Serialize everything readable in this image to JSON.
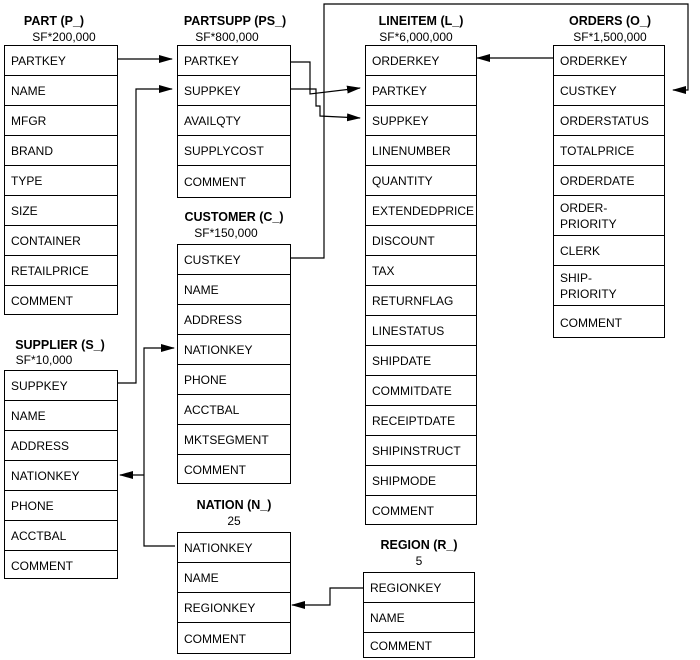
{
  "tables": [
    {
      "id": "part",
      "title": "PART (P_)",
      "cardinality": "SF*200,000",
      "columns": [
        "PARTKEY",
        "NAME",
        "MFGR",
        "BRAND",
        "TYPE",
        "SIZE",
        "CONTAINER",
        "RETAILPRICE",
        "COMMENT"
      ]
    },
    {
      "id": "partsupp",
      "title": "PARTSUPP (PS_)",
      "cardinality": "SF*800,000",
      "columns": [
        "PARTKEY",
        "SUPPKEY",
        "AVAILQTY",
        "SUPPLYCOST",
        "COMMENT"
      ]
    },
    {
      "id": "lineitem",
      "title": "LINEITEM (L_)",
      "cardinality": "SF*6,000,000",
      "columns": [
        "ORDERKEY",
        "PARTKEY",
        "SUPPKEY",
        "LINENUMBER",
        "QUANTITY",
        "EXTENDEDPRICE",
        "DISCOUNT",
        "TAX",
        "RETURNFLAG",
        "LINESTATUS",
        "SHIPDATE",
        "COMMITDATE",
        "RECEIPTDATE",
        "SHIPINSTRUCT",
        "SHIPMODE",
        "COMMENT"
      ]
    },
    {
      "id": "orders",
      "title": "ORDERS (O_)",
      "cardinality": "SF*1,500,000",
      "columns": [
        "ORDERKEY",
        "CUSTKEY",
        "ORDERSTATUS",
        "TOTALPRICE",
        "ORDERDATE",
        "ORDER-\nPRIORITY",
        "CLERK",
        "SHIP-\nPRIORITY",
        "COMMENT"
      ]
    },
    {
      "id": "customer",
      "title": "CUSTOMER (C_)",
      "cardinality": "SF*150,000",
      "columns": [
        "CUSTKEY",
        "NAME",
        "ADDRESS",
        "NATIONKEY",
        "PHONE",
        "ACCTBAL",
        "MKTSEGMENT",
        "COMMENT"
      ]
    },
    {
      "id": "supplier",
      "title": "SUPPLIER (S_)",
      "cardinality": "SF*10,000",
      "columns": [
        "SUPPKEY",
        "NAME",
        "ADDRESS",
        "NATIONKEY",
        "PHONE",
        "ACCTBAL",
        "COMMENT"
      ]
    },
    {
      "id": "nation",
      "title": "NATION (N_)",
      "cardinality": "25",
      "columns": [
        "NATIONKEY",
        "NAME",
        "REGIONKEY",
        "COMMENT"
      ]
    },
    {
      "id": "region",
      "title": "REGION (R_)",
      "cardinality": "5",
      "columns": [
        "REGIONKEY",
        "NAME",
        "COMMENT"
      ]
    }
  ]
}
